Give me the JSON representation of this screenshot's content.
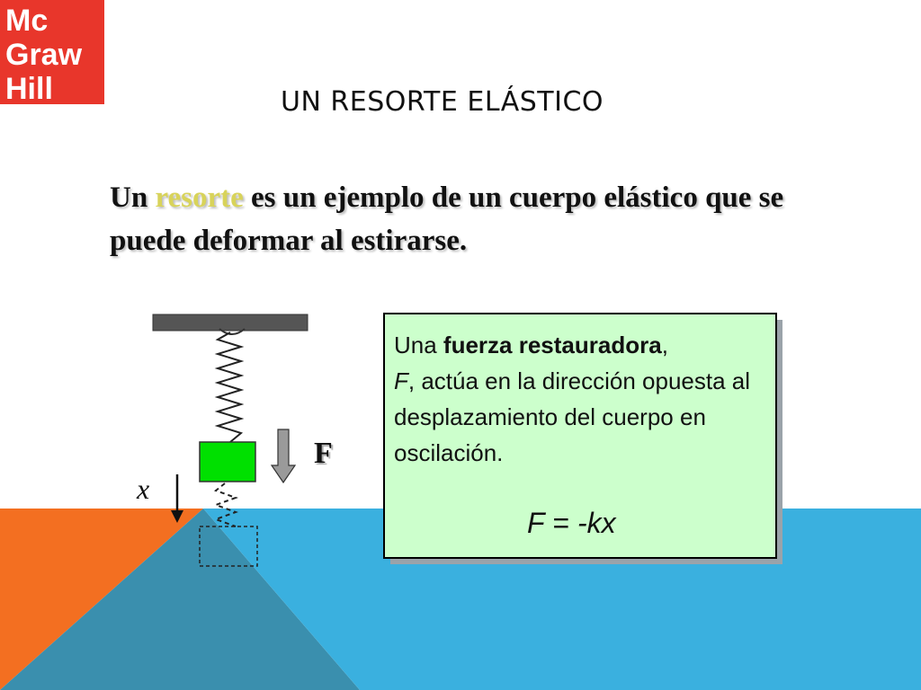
{
  "logo": {
    "line1": "Mc",
    "line2": "Graw",
    "line3": "Hill"
  },
  "title": "UN RESORTE ELÁSTICO",
  "intro": {
    "part1": "Un ",
    "highlight": "resorte",
    "part2": " es un ejemplo de un cuerpo elástico que se puede deformar al estirarse."
  },
  "diagram": {
    "force_label": "F",
    "displacement_label": "x"
  },
  "info": {
    "t1": "Una ",
    "b1": "fuerza restauradora",
    "t2": ",",
    "i1": "F",
    "t3": ",  actúa en la dirección opuesta al desplazamiento del cuerpo en oscilación.",
    "formula_f": "F",
    "formula_eq": " = ",
    "formula_rest": "-kx"
  },
  "colors": {
    "logo_red": "#e8362b",
    "orange": "#f36f21",
    "blue": "#3ab0df",
    "teal": "#3a8fae",
    "mass_green": "#00e000",
    "box_green": "#ccffcc",
    "highlight": "#d8d35a"
  }
}
